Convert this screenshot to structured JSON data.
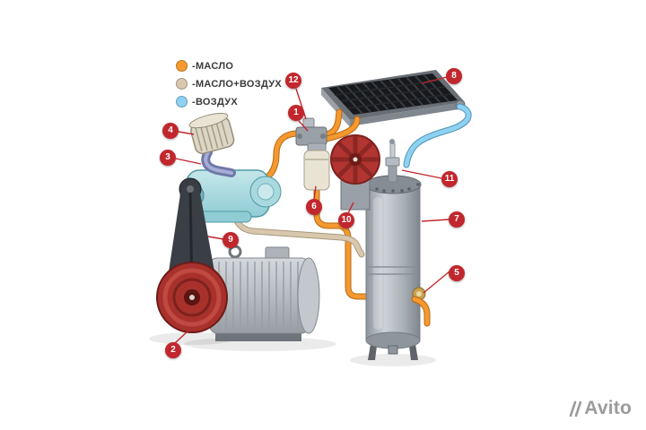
{
  "legend": {
    "items": [
      {
        "name": "oil",
        "label": "-МАСЛО",
        "color": "#F59B2D"
      },
      {
        "name": "oil-air",
        "label": "-МАСЛО+ВОЗДУХ",
        "color": "#D9C7AE"
      },
      {
        "name": "air",
        "label": "-ВОЗДУХ",
        "color": "#8ED1F0"
      }
    ]
  },
  "callouts": [
    {
      "number": "1"
    },
    {
      "number": "2"
    },
    {
      "number": "3"
    },
    {
      "number": "4"
    },
    {
      "number": "5"
    },
    {
      "number": "6"
    },
    {
      "number": "7"
    },
    {
      "number": "8"
    },
    {
      "number": "9"
    },
    {
      "number": "10"
    },
    {
      "number": "11"
    },
    {
      "number": "12"
    }
  ],
  "watermark": {
    "text": "Avito"
  },
  "colors": {
    "callout": "#C1272D",
    "oil_pipe": "#F5992F",
    "oil_air_pipe": "#D9C7AE",
    "air_pipe": "#8ED1F0"
  }
}
